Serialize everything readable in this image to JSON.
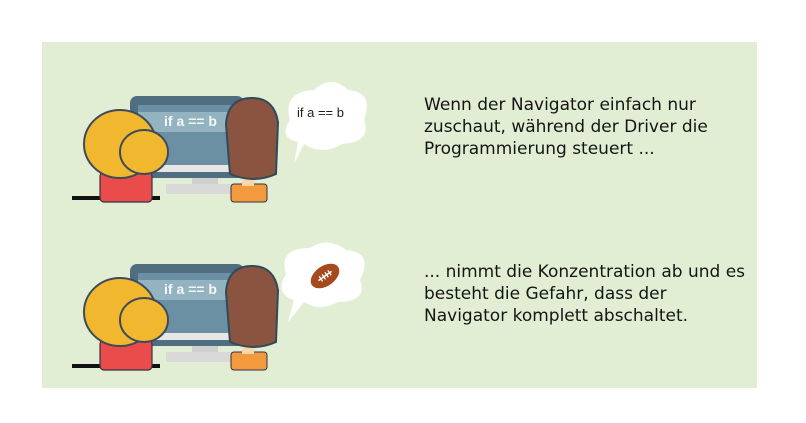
{
  "scenes": [
    {
      "screen_code": "if a == b",
      "thought": {
        "type": "text",
        "text": "if a == b"
      },
      "caption": "Wenn der Navigator einfach nur zuschaut, während der Driver die Programmierung steuert ..."
    },
    {
      "screen_code": "if a == b",
      "thought": {
        "type": "icon",
        "icon": "football-icon"
      },
      "caption": "... nimmt die Konzentration ab und es besteht die Gefahr, dass der Navigator komplett abschaltet."
    }
  ],
  "colors": {
    "panel_bg": "#e2eed3",
    "monitor_frame": "#4f6e80",
    "monitor_screen": "#6b8fa3",
    "code_bar": "#93b3c0",
    "navigator_hair": "#f1b72e",
    "navigator_shirt": "#ea4b4b",
    "driver_hair": "#8a5440",
    "driver_shirt": "#f29a3d",
    "football": "#a54a1c"
  }
}
